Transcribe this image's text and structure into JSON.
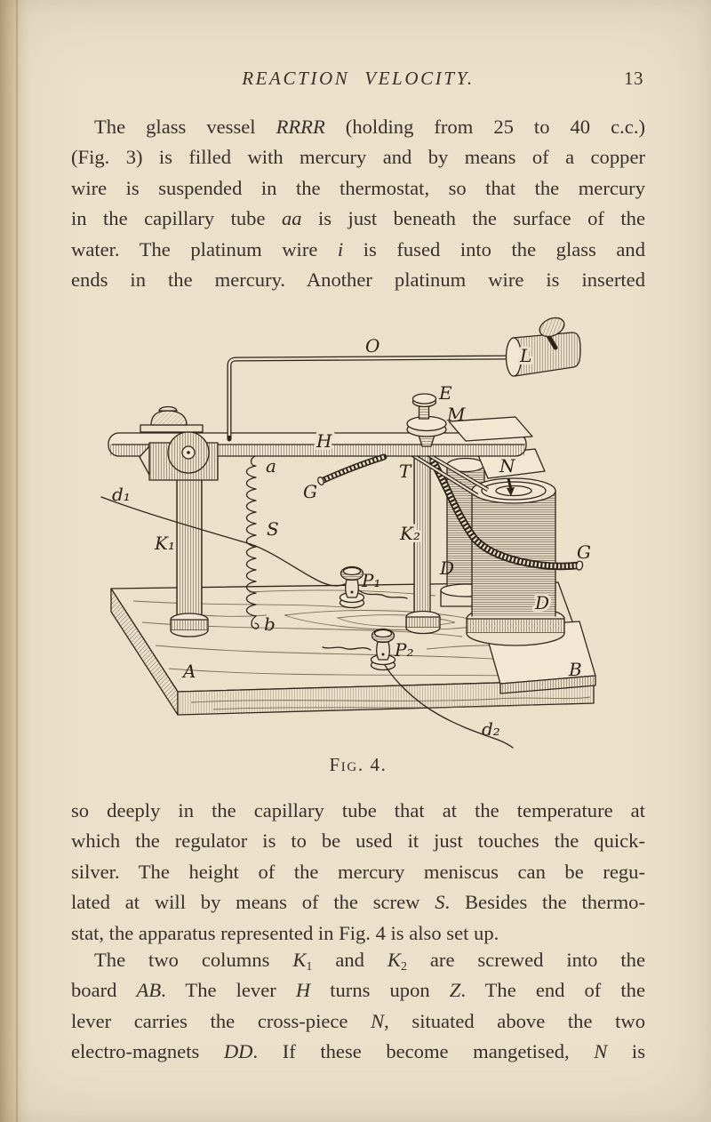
{
  "page": {
    "header": {
      "title": "REACTION VELOCITY.",
      "page_number": "13"
    },
    "caption": "Fig. 4.",
    "body": {
      "p1": {
        "lines": [
          [
            {
              "t": "The glass vessel "
            },
            {
              "t": "RRRR",
              "i": 1
            },
            {
              "t": " (holding from 25 to 40 c.c.)"
            }
          ],
          [
            {
              "t": "(Fig. 3) is filled with mercury and by means of a copper"
            }
          ],
          [
            {
              "t": "wire is suspended in the thermostat, so that the mercury"
            }
          ],
          [
            {
              "t": "in the capillary tube "
            },
            {
              "t": "aa",
              "i": 1
            },
            {
              "t": " is just beneath the surface of the"
            }
          ],
          [
            {
              "t": "water. The platinum wire "
            },
            {
              "t": "i",
              "i": 1
            },
            {
              "t": " is fused into the glass and"
            }
          ],
          [
            {
              "t": "ends in the mercury. Another platinum wire is inserted"
            }
          ]
        ]
      },
      "p2": {
        "lines": [
          [
            {
              "t": "so deeply in the capillary tube that at the temperature at"
            }
          ],
          [
            {
              "t": "which the regulator is to be used it just touches the quick-"
            }
          ],
          [
            {
              "t": "silver. The height of the mercury meniscus can be regu-"
            }
          ],
          [
            {
              "t": "lated at will by means of the screw "
            },
            {
              "t": "S",
              "i": 1
            },
            {
              "t": ". Besides the thermo-"
            }
          ],
          [
            {
              "t": "stat, the apparatus represented in Fig. 4 is also set up."
            }
          ]
        ]
      },
      "p3": {
        "lines": [
          [
            {
              "t": "The two columns "
            },
            {
              "t": "K",
              "i": 1
            },
            {
              "t": "1",
              "s": 1
            },
            {
              "t": " and "
            },
            {
              "t": "K",
              "i": 1
            },
            {
              "t": "2",
              "s": 1
            },
            {
              "t": " are screwed into the"
            }
          ],
          [
            {
              "t": "board "
            },
            {
              "t": "AB",
              "i": 1
            },
            {
              "t": ". The lever "
            },
            {
              "t": "H",
              "i": 1
            },
            {
              "t": " turns upon "
            },
            {
              "t": "Z",
              "i": 1
            },
            {
              "t": ". The end of the"
            }
          ],
          [
            {
              "t": "lever carries the cross-piece "
            },
            {
              "t": "N",
              "i": 1
            },
            {
              "t": ", situated above the two"
            }
          ],
          [
            {
              "t": "electro-magnets "
            },
            {
              "t": "DD",
              "i": 1
            },
            {
              "t": ". If these become mangetised, "
            },
            {
              "t": "N",
              "i": 1
            },
            {
              "t": " is"
            }
          ]
        ]
      }
    },
    "figure": {
      "labels": {
        "O": "O",
        "L": "L",
        "E": "E",
        "M": "M",
        "H": "H",
        "a": "a",
        "G_left": "G",
        "T": "T",
        "N": "N",
        "K1": "K₁",
        "K2": "K₂",
        "S": "S",
        "b": "b",
        "P1": "P₁",
        "P2": "P₂",
        "D_left": "D",
        "D_right": "D",
        "G_right": "G",
        "A": "A",
        "B": "B",
        "d1": "d₁",
        "d2": "d₂"
      }
    },
    "colors": {
      "paper": "#ebe0ca",
      "edge_shadow": "#bda684",
      "ink": "#2e2519",
      "text": "#38302a"
    }
  }
}
